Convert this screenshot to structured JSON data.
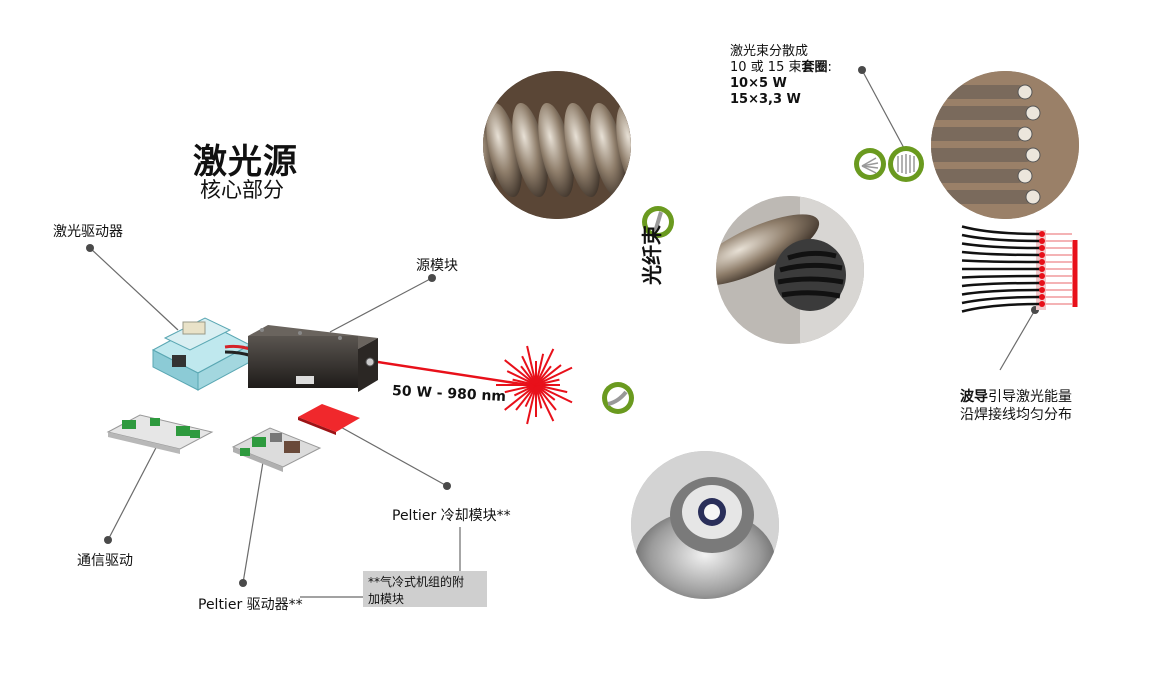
{
  "title": "激光源",
  "subtitle": "核心部分",
  "labels": {
    "laser_driver": "激光驱动器",
    "source_module": "源模块",
    "comm_driver": "通信驱动",
    "peltier_driver": "Peltier 驱动器**",
    "peltier_module": "Peltier 冷却模块**",
    "laser_power": "50 W - 980 nm",
    "fiber": "光纤束"
  },
  "note": {
    "line1": "**气冷式机组的附",
    "line2": "加模块"
  },
  "split": {
    "line1": "激光束分散成",
    "line2_a": "10 或 15 束",
    "line2_b": "套圈",
    "line2_c": ":",
    "line3": "10×5 W",
    "line4": "15×3,3 W"
  },
  "guide": {
    "bold": "波导",
    "line1_rest": "引导激光能量",
    "line2": "沿焊接线均匀分布"
  },
  "colors": {
    "accent_green": "#6a9a1f",
    "laser_red": "#e8101a"
  }
}
